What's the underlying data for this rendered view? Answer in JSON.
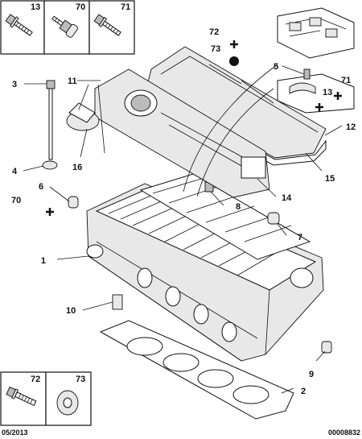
{
  "kits_top": [
    {
      "ref": "13",
      "icon": "bolt-flange-icon"
    },
    {
      "ref": "70",
      "icon": "stud-nut-icon"
    },
    {
      "ref": "71",
      "icon": "bolt-icon"
    }
  ],
  "kits_bottom": [
    {
      "ref": "72",
      "icon": "bolt-icon"
    },
    {
      "ref": "73",
      "icon": "washer-icon"
    }
  ],
  "callouts": {
    "c1": "1",
    "c2": "2",
    "c3": "3",
    "c4": "4",
    "c5": "5",
    "c6": "6",
    "c7": "7",
    "c8": "8",
    "c9": "9",
    "c10": "10",
    "c11": "11",
    "c12": "12",
    "c13": "13",
    "c14": "14",
    "c15": "15",
    "c16": "16",
    "c70": "70",
    "c71": "71",
    "c72": "72",
    "c73": "73"
  },
  "footer": {
    "date": "05/2013",
    "doc_number": "00008832"
  }
}
